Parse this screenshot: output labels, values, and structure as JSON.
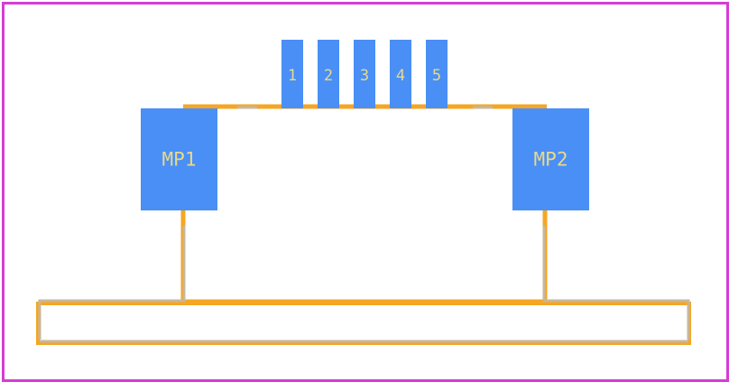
{
  "footprint": {
    "signal_pads": [
      {
        "label": "1"
      },
      {
        "label": "2"
      },
      {
        "label": "3"
      },
      {
        "label": "4"
      },
      {
        "label": "5"
      }
    ],
    "mount_pads": [
      {
        "label": "MP1"
      },
      {
        "label": "MP2"
      }
    ]
  },
  "colors": {
    "frame": "#d63cd6",
    "pad": "#4a8ff5",
    "pad_text": "#e8d98a",
    "courtyard": "#f5a623",
    "silkscreen": "#c8b79a"
  }
}
